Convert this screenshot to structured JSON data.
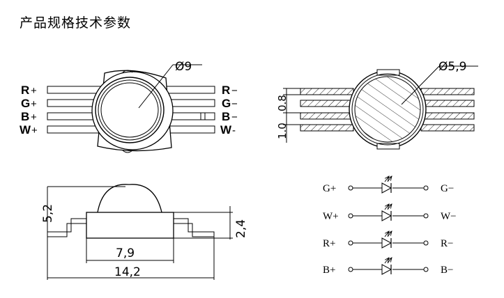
{
  "title": "产品规格技术参数",
  "top_left": {
    "diameter": "Ø9",
    "left_pins": [
      {
        "letter": "R",
        "sign": "+"
      },
      {
        "letter": "G",
        "sign": "+"
      },
      {
        "letter": "B",
        "sign": "+"
      },
      {
        "letter": "W",
        "sign": "+"
      }
    ],
    "right_pins": [
      {
        "letter": "R",
        "sign": "−"
      },
      {
        "letter": "G",
        "sign": "−"
      },
      {
        "letter": "B",
        "sign": "−"
      },
      {
        "letter": "W",
        "sign": "-"
      }
    ]
  },
  "top_right": {
    "diameter": "Ø5,9",
    "dim_a": "0.8",
    "dim_b": "1.0"
  },
  "side_view": {
    "height_total": "5,2",
    "height_body": "2,4",
    "width_inner": "7,9",
    "width_total": "14,2"
  },
  "circuit": {
    "rows": [
      {
        "left": "G+",
        "right": "G−"
      },
      {
        "left": "W+",
        "right": "W−"
      },
      {
        "left": "R+",
        "right": "R−"
      },
      {
        "left": "B+",
        "right": "B−"
      }
    ]
  }
}
